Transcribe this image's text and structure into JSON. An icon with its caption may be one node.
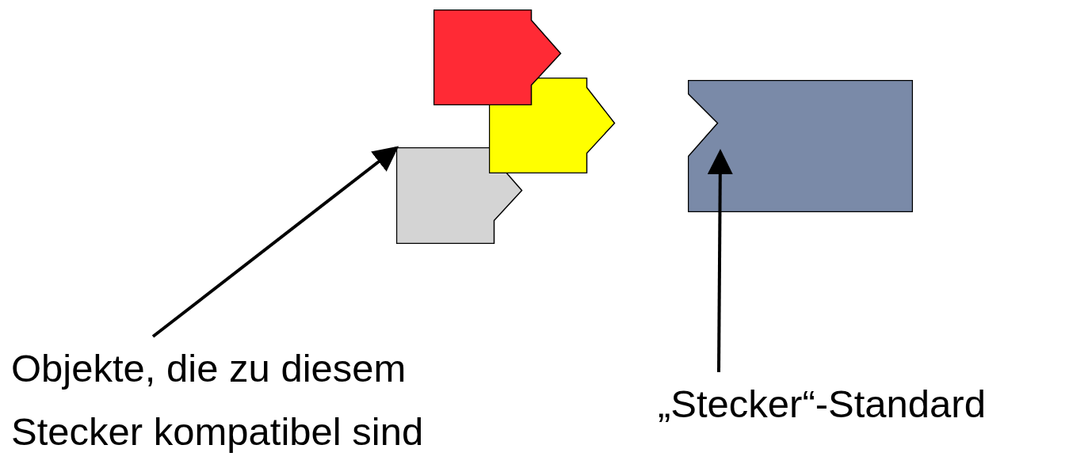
{
  "diagram": {
    "nodes": [
      {
        "text": [],
        "shape": "box"
      },
      {
        "text": [],
        "shape": "box"
      },
      {
        "text": [],
        "shape": "box"
      },
      {
        "text": [],
        "shape": "box"
      },
      {
        "text": [
          "Objekte, die zu diesem Stecker kompatibel sind"
        ]
      },
      {
        "text": [
          "„Stecker“-Standard"
        ]
      }
    ],
    "edges": [
      {
        "from": 4,
        "to": 2,
        "arrow": "to"
      },
      {
        "from": 5,
        "to": 3,
        "arrow": "to"
      }
    ]
  }
}
